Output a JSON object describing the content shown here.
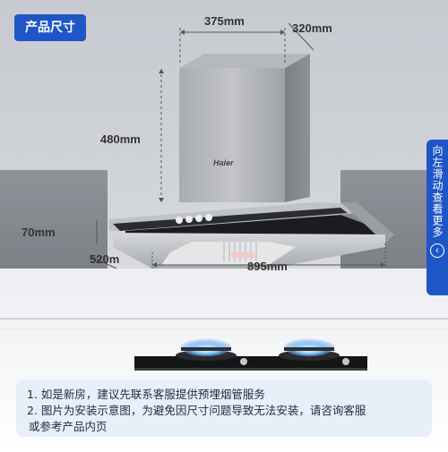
{
  "badge": {
    "label": "产品尺寸"
  },
  "dimensions": {
    "width_top": "375mm",
    "depth_top": "320mm",
    "height": "480mm",
    "panel_height": "70mm",
    "depth_bottom": "520m",
    "width_bottom": "895mm"
  },
  "brand": "Haier",
  "side_tab": {
    "text": "向左滑动查看更多",
    "chevron": "‹"
  },
  "notes": [
    "1. 如是新房，建议先联系客服提供预埋烟管服务",
    "2. 图片为安装示意图，为避免因尺寸问题导致无法安装，请咨询客服",
    "或参考产品内页"
  ],
  "colors": {
    "accent": "#1e56c8",
    "wall_top": "#c9ccd2",
    "cabinet": "#8a8d93",
    "counter": "#f3f4f6",
    "notes_box": "#e8eff9"
  }
}
